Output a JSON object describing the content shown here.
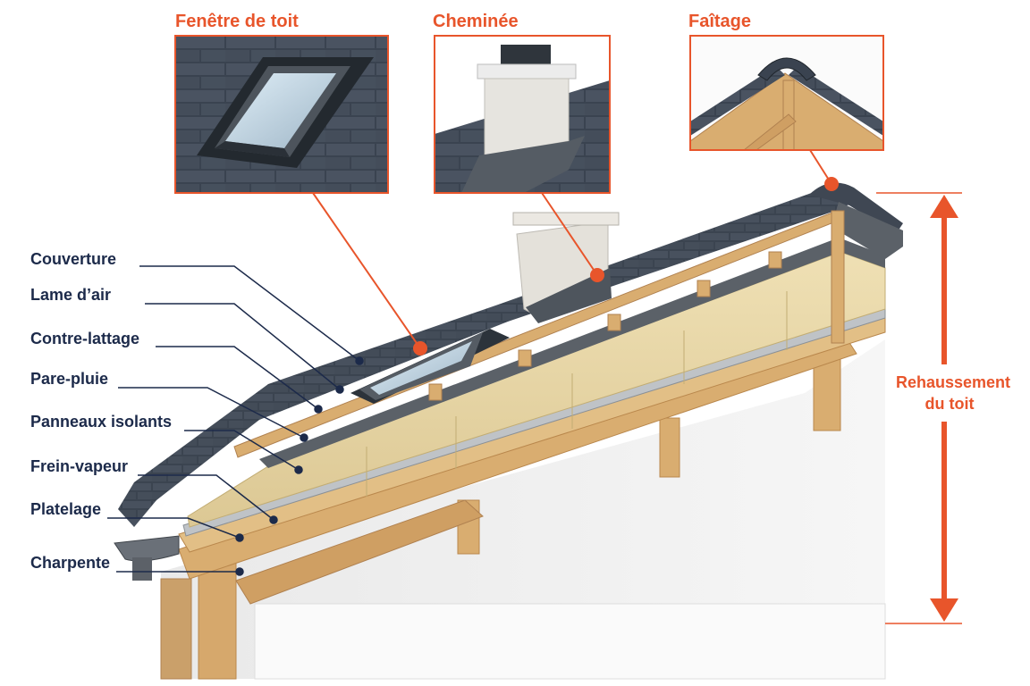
{
  "colors": {
    "accent": "#e8552b",
    "label": "#1c2a4a",
    "tile": "#3b4450",
    "insulation": "#e6d5a6",
    "wood": "#d9ad70",
    "membrane": "#5b6168",
    "wall": "#f1f1f1"
  },
  "insets": {
    "window": {
      "title": "Fenêtre de toit"
    },
    "chimney": {
      "title": "Cheminée"
    },
    "ridge": {
      "title": "Faîtage"
    }
  },
  "layers": [
    "Couverture",
    "Lame d’air",
    "Contre-lattage",
    "Pare-pluie",
    "Panneaux isolants",
    "Frein-vapeur",
    "Platelage",
    "Charpente"
  ],
  "height_arrow": {
    "line1": "Rehaussement",
    "line2": "du toit"
  },
  "icons": [
    "roof-window-icon",
    "chimney-icon",
    "ridge-tile-icon",
    "gutter-icon"
  ]
}
